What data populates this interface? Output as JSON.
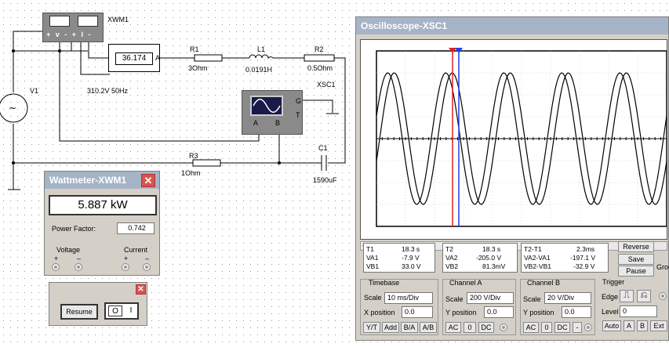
{
  "circuit": {
    "xwm_label": "XWM1",
    "xwm_pins": "+ v -  + I -",
    "ammeter_value": "36.174",
    "ammeter_unit": "A",
    "r1_name": "R1",
    "r1_value": "3Ohm",
    "l1_name": "L1",
    "l1_value": "0.0191H",
    "r2_name": "R2",
    "r2_value": "0.5Ohm",
    "v1_name": "V1",
    "v1_value": "310.2V 50Hz",
    "xsc_label": "XSC1",
    "xsc_pin_g": "G",
    "xsc_pin_t": "T",
    "xsc_pin_a": "A",
    "xsc_pin_b": "B",
    "r3_name": "R3",
    "r3_value": "1Ohm",
    "c1_name": "C1",
    "c1_value": "1590uF"
  },
  "wattmeter": {
    "title": "Wattmeter-XWM1",
    "close": "✕",
    "reading": "5.887 kW",
    "pf_label": "Power Factor:",
    "pf_value": "0.742",
    "voltage_label": "Voltage",
    "current_label": "Current",
    "plus": "+",
    "minus": "–"
  },
  "sim": {
    "close": "✕",
    "resume_label": "Resume",
    "switch_off": "O",
    "switch_on": "I"
  },
  "scope": {
    "title": "Oscilloscope-XSC1",
    "readout": {
      "t1": {
        "label": "T1",
        "time": "18.3 s",
        "va_label": "VA1",
        "va": "-7.9 V",
        "vb_label": "VB1",
        "vb": "33.0 V"
      },
      "t2": {
        "label": "T2",
        "time": "18.3 s",
        "va_label": "VA2",
        "va": "-205.0 V",
        "vb_label": "VB2",
        "vb": "81.3mV"
      },
      "d": {
        "label": "T2-T1",
        "time": "2.3ms",
        "va_label": "VA2-VA1",
        "va": "-197.1 V",
        "vb_label": "VB2-VB1",
        "vb": "-32.9 V"
      }
    },
    "buttons": {
      "reverse": "Reverse",
      "save": "Save",
      "pause": "Pause",
      "ground": "Grou"
    },
    "timebase": {
      "title": "Timebase",
      "scale_label": "Scale",
      "scale": "10 ms/Div",
      "xpos_label": "X position",
      "xpos": "0.0",
      "yt": "Y/T",
      "add": "Add",
      "ba": "B/A",
      "ab": "A/B"
    },
    "channel_a": {
      "title": "Channel A",
      "scale_label": "Scale",
      "scale": "200 V/Div",
      "ypos_label": "Y position",
      "ypos": "0.0",
      "ac": "AC",
      "zero": "0",
      "dc": "DC"
    },
    "channel_b": {
      "title": "Channel B",
      "scale_label": "Scale",
      "scale": "20 V/Div",
      "ypos_label": "Y position",
      "ypos": "0.0",
      "ac": "AC",
      "zero": "0",
      "dc": "DC",
      "minus": "-"
    },
    "trigger": {
      "title": "Trigger",
      "edge_label": "Edge",
      "level_label": "Level",
      "level": "0",
      "auto": "Auto",
      "a": "A",
      "b": "B",
      "ext": "Ext"
    }
  },
  "colors": {
    "title_bar": "#a6b4c8",
    "close_red": "#d9534f",
    "cursor_red": "#e02020",
    "cursor_blue": "#2040e0"
  }
}
